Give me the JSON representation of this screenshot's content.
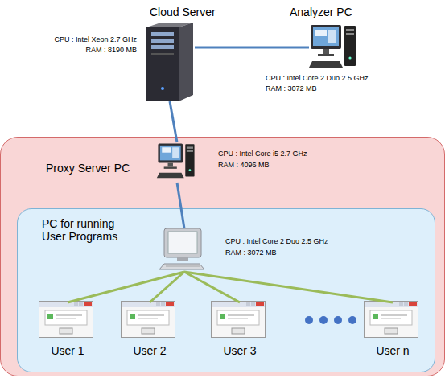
{
  "diagram": {
    "nodes": [
      {
        "text": [
          "Cloud Server",
          "CPU : Intel Xeon 2.7 GHz",
          "RAM : 8190 MB"
        ]
      },
      {
        "text": [
          "Analyzer PC",
          "CPU : Intel Core 2 Duo 2.5 GHz",
          "RAM : 3072 MB"
        ]
      },
      {
        "text": [
          "Proxy Server PC"
        ]
      },
      {
        "text": [
          "CPU : Intel Core i5 2.7 GHz",
          "RAM : 4096 MB"
        ],
        "in": 2
      },
      {
        "text": [
          "PC for running User Programs"
        ],
        "in": 2
      },
      {
        "text": [
          "CPU : Intel Core 2 Duo 2.5 GHz",
          "RAM : 3072 MB"
        ],
        "in": 4
      },
      {
        "text": [
          "User 1"
        ],
        "in": 4
      },
      {
        "text": [
          "User 2"
        ],
        "in": 4
      },
      {
        "text": [
          "User 3"
        ],
        "in": 4
      },
      {
        "text": [
          "User n"
        ],
        "in": 4
      }
    ],
    "edges": [
      {
        "from": 0,
        "to": 1,
        "arrow": "none"
      },
      {
        "from": 0,
        "to": 3,
        "arrow": "none"
      },
      {
        "from": 3,
        "to": 5,
        "arrow": "none"
      },
      {
        "from": 5,
        "to": 6,
        "arrow": "none"
      },
      {
        "from": 5,
        "to": 7,
        "arrow": "none"
      },
      {
        "from": 5,
        "to": 8,
        "arrow": "none"
      },
      {
        "from": 5,
        "to": 9,
        "arrow": "none"
      }
    ]
  }
}
